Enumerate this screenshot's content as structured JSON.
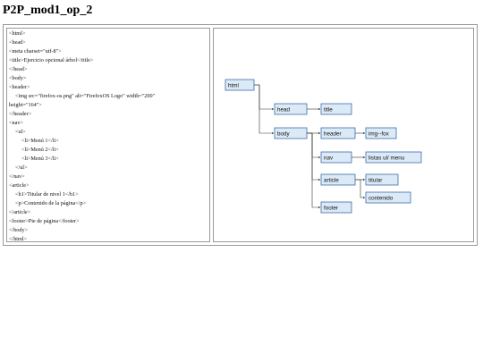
{
  "title": "P2P_mod1_op_2",
  "code_lines": [
    "<html>",
    "<head>",
    "<meta charset=\"utf-8\">",
    "<title>Ejercicio opcional árbol</title>",
    "</head>",
    "<body>",
    "<header>",
    "  <img src=\"firefox-os.png\" alt=\"FirefoxOS Logo\" width=\"200\"",
    "height=\"164\">",
    "</header>",
    "<nav>",
    "  <ul>",
    "    <li>Menú 1</li>",
    "    <li>Menú 2</li>",
    "    <li>Menú 3</li>",
    "  </ul>",
    "</nav>",
    "<article>",
    "  <h1>Titular de nivel 1</h1>",
    "  <p>Contenido de la página</p>",
    "</article>",
    "<footer>Pie de página</footer>",
    "</body>",
    "</html>"
  ],
  "code_indent": [
    0,
    0,
    0,
    0,
    0,
    0,
    0,
    1,
    0,
    0,
    0,
    1,
    2,
    2,
    2,
    1,
    0,
    0,
    1,
    1,
    0,
    0,
    0,
    0
  ],
  "tree": {
    "nodes": [
      {
        "id": "html",
        "label": "html"
      },
      {
        "id": "head",
        "label": "head"
      },
      {
        "id": "title",
        "label": "title"
      },
      {
        "id": "body",
        "label": "body"
      },
      {
        "id": "header",
        "label": "header"
      },
      {
        "id": "img",
        "label": "img--fox"
      },
      {
        "id": "nav",
        "label": "nav"
      },
      {
        "id": "listas",
        "label": "listas ul/ menu"
      },
      {
        "id": "article",
        "label": "article"
      },
      {
        "id": "titular",
        "label": "titular"
      },
      {
        "id": "contenido",
        "label": "contenido"
      },
      {
        "id": "footer",
        "label": "footer"
      }
    ],
    "edges": [
      [
        "html",
        "head"
      ],
      [
        "html",
        "body"
      ],
      [
        "head",
        "title"
      ],
      [
        "body",
        "header"
      ],
      [
        "body",
        "nav"
      ],
      [
        "body",
        "article"
      ],
      [
        "body",
        "footer"
      ],
      [
        "header",
        "img"
      ],
      [
        "nav",
        "listas"
      ],
      [
        "article",
        "titular"
      ],
      [
        "article",
        "contenido"
      ]
    ]
  }
}
